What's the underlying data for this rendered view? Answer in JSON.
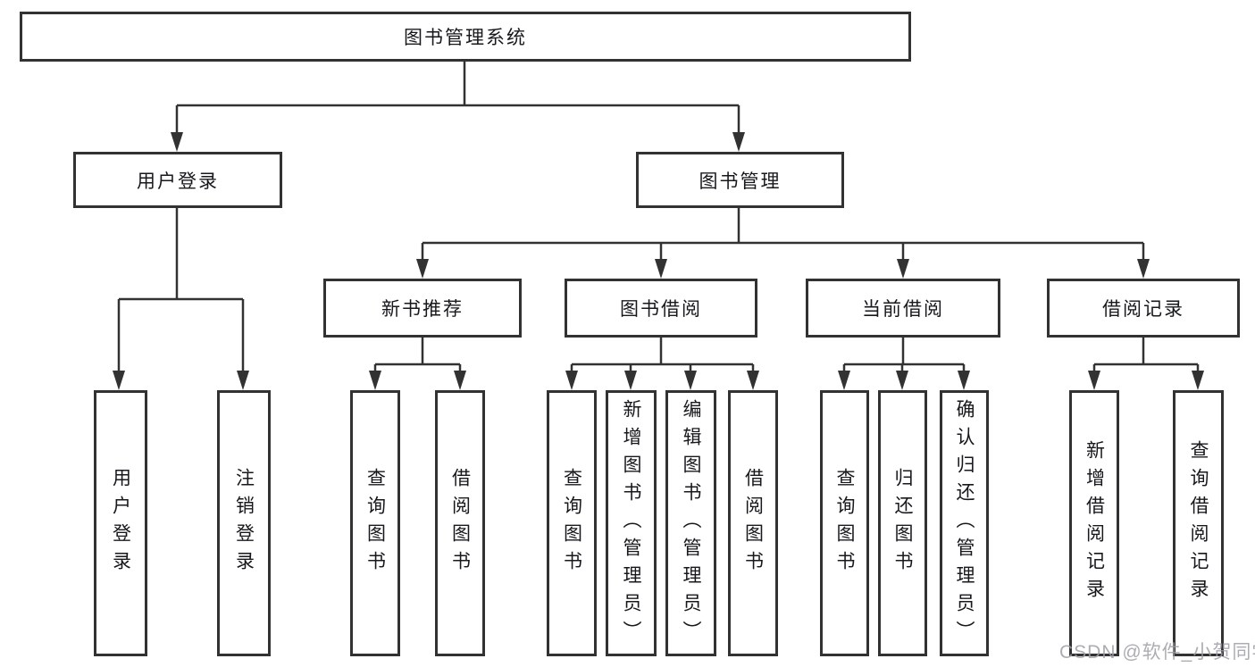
{
  "diagram": {
    "root": {
      "label": "图书管理系统"
    },
    "branches": [
      {
        "label": "用户登录",
        "children": [
          {
            "label": "用户登录"
          },
          {
            "label": "注销登录"
          }
        ]
      },
      {
        "label": "图书管理",
        "children": [
          {
            "label": "新书推荐",
            "children": [
              {
                "label": "查询图书"
              },
              {
                "label": "借阅图书"
              }
            ]
          },
          {
            "label": "图书借阅",
            "children": [
              {
                "label": "查询图书"
              },
              {
                "label": "新增图书（管理员）"
              },
              {
                "label": "编辑图书（管理员）"
              },
              {
                "label": "借阅图书"
              }
            ]
          },
          {
            "label": "当前借阅",
            "children": [
              {
                "label": "查询图书"
              },
              {
                "label": "归还图书"
              },
              {
                "label": "确认归还（管理员）"
              }
            ]
          },
          {
            "label": "借阅记录",
            "children": [
              {
                "label": "新增借阅记录"
              },
              {
                "label": "查询借阅记录"
              }
            ]
          }
        ]
      }
    ]
  },
  "watermark": {
    "text": "CSDN @软件_小贺同学"
  },
  "colors": {
    "line": "#323232",
    "text": "#17181c",
    "watermark": "#9e9ea6"
  }
}
